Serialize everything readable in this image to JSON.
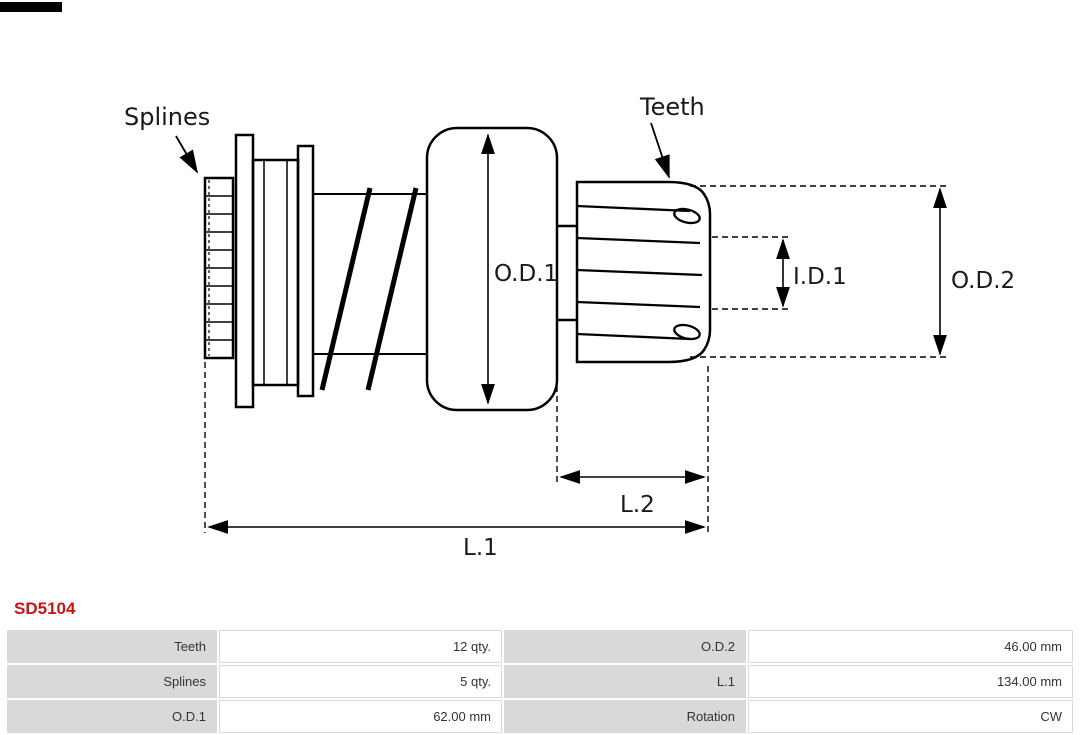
{
  "part_number": "SD5104",
  "diagram": {
    "labels": {
      "splines": "Splines",
      "teeth": "Teeth",
      "od1": "O.D.1",
      "id1": "I.D.1",
      "od2": "O.D.2",
      "l2": "L.2",
      "l1": "L.1"
    }
  },
  "spec_table": {
    "rows": [
      {
        "c1_label": "Teeth",
        "c1_value": "12 qty.",
        "c2_label": "O.D.2",
        "c2_value": "46.00 mm"
      },
      {
        "c1_label": "Splines",
        "c1_value": "5 qty.",
        "c2_label": "L.1",
        "c2_value": "134.00 mm"
      },
      {
        "c1_label": "O.D.1",
        "c1_value": "62.00 mm",
        "c2_label": "Rotation",
        "c2_value": "CW"
      }
    ]
  },
  "colors": {
    "part_number_red": "#cc1414",
    "table_label_bg": "#d9d9d9",
    "line_black": "#000000",
    "background": "#ffffff"
  }
}
